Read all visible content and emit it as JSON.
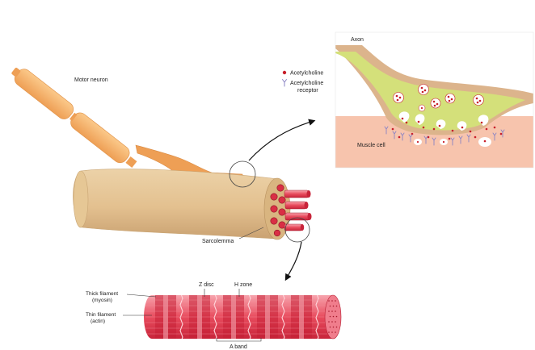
{
  "labels": {
    "motor_neuron": "Motor neuron",
    "sarcolemma": "Sarcolemma",
    "axon": "Axon",
    "acetylcholine": "Acetylcholine",
    "receptor_line1": "Acetylcholine",
    "receptor_line2": "receptor",
    "muscle_cell": "Muscle cell",
    "z_disc": "Z disc",
    "h_zone": "H zone",
    "thick_line1": "Thick filament",
    "thick_line2": "(myosin)",
    "thin_line1": "Thin filament",
    "thin_line2": "(actin)",
    "a_band": "A band"
  },
  "colors": {
    "neuron": "#f7b36b",
    "neuron_dark": "#e2964e",
    "fiber": "#e8c89b",
    "fiber_dark": "#c9a574",
    "myofibril": "#d92f45",
    "axon_fill": "#d4e07a",
    "axon_border": "#d9b48a",
    "muscle_cell": "#f7c4ad",
    "ach_dot": "#c81e2a",
    "receptor": "#8a84c4"
  },
  "icons": [
    "acetylcholine-dot-icon",
    "acetylcholine-receptor-icon"
  ]
}
